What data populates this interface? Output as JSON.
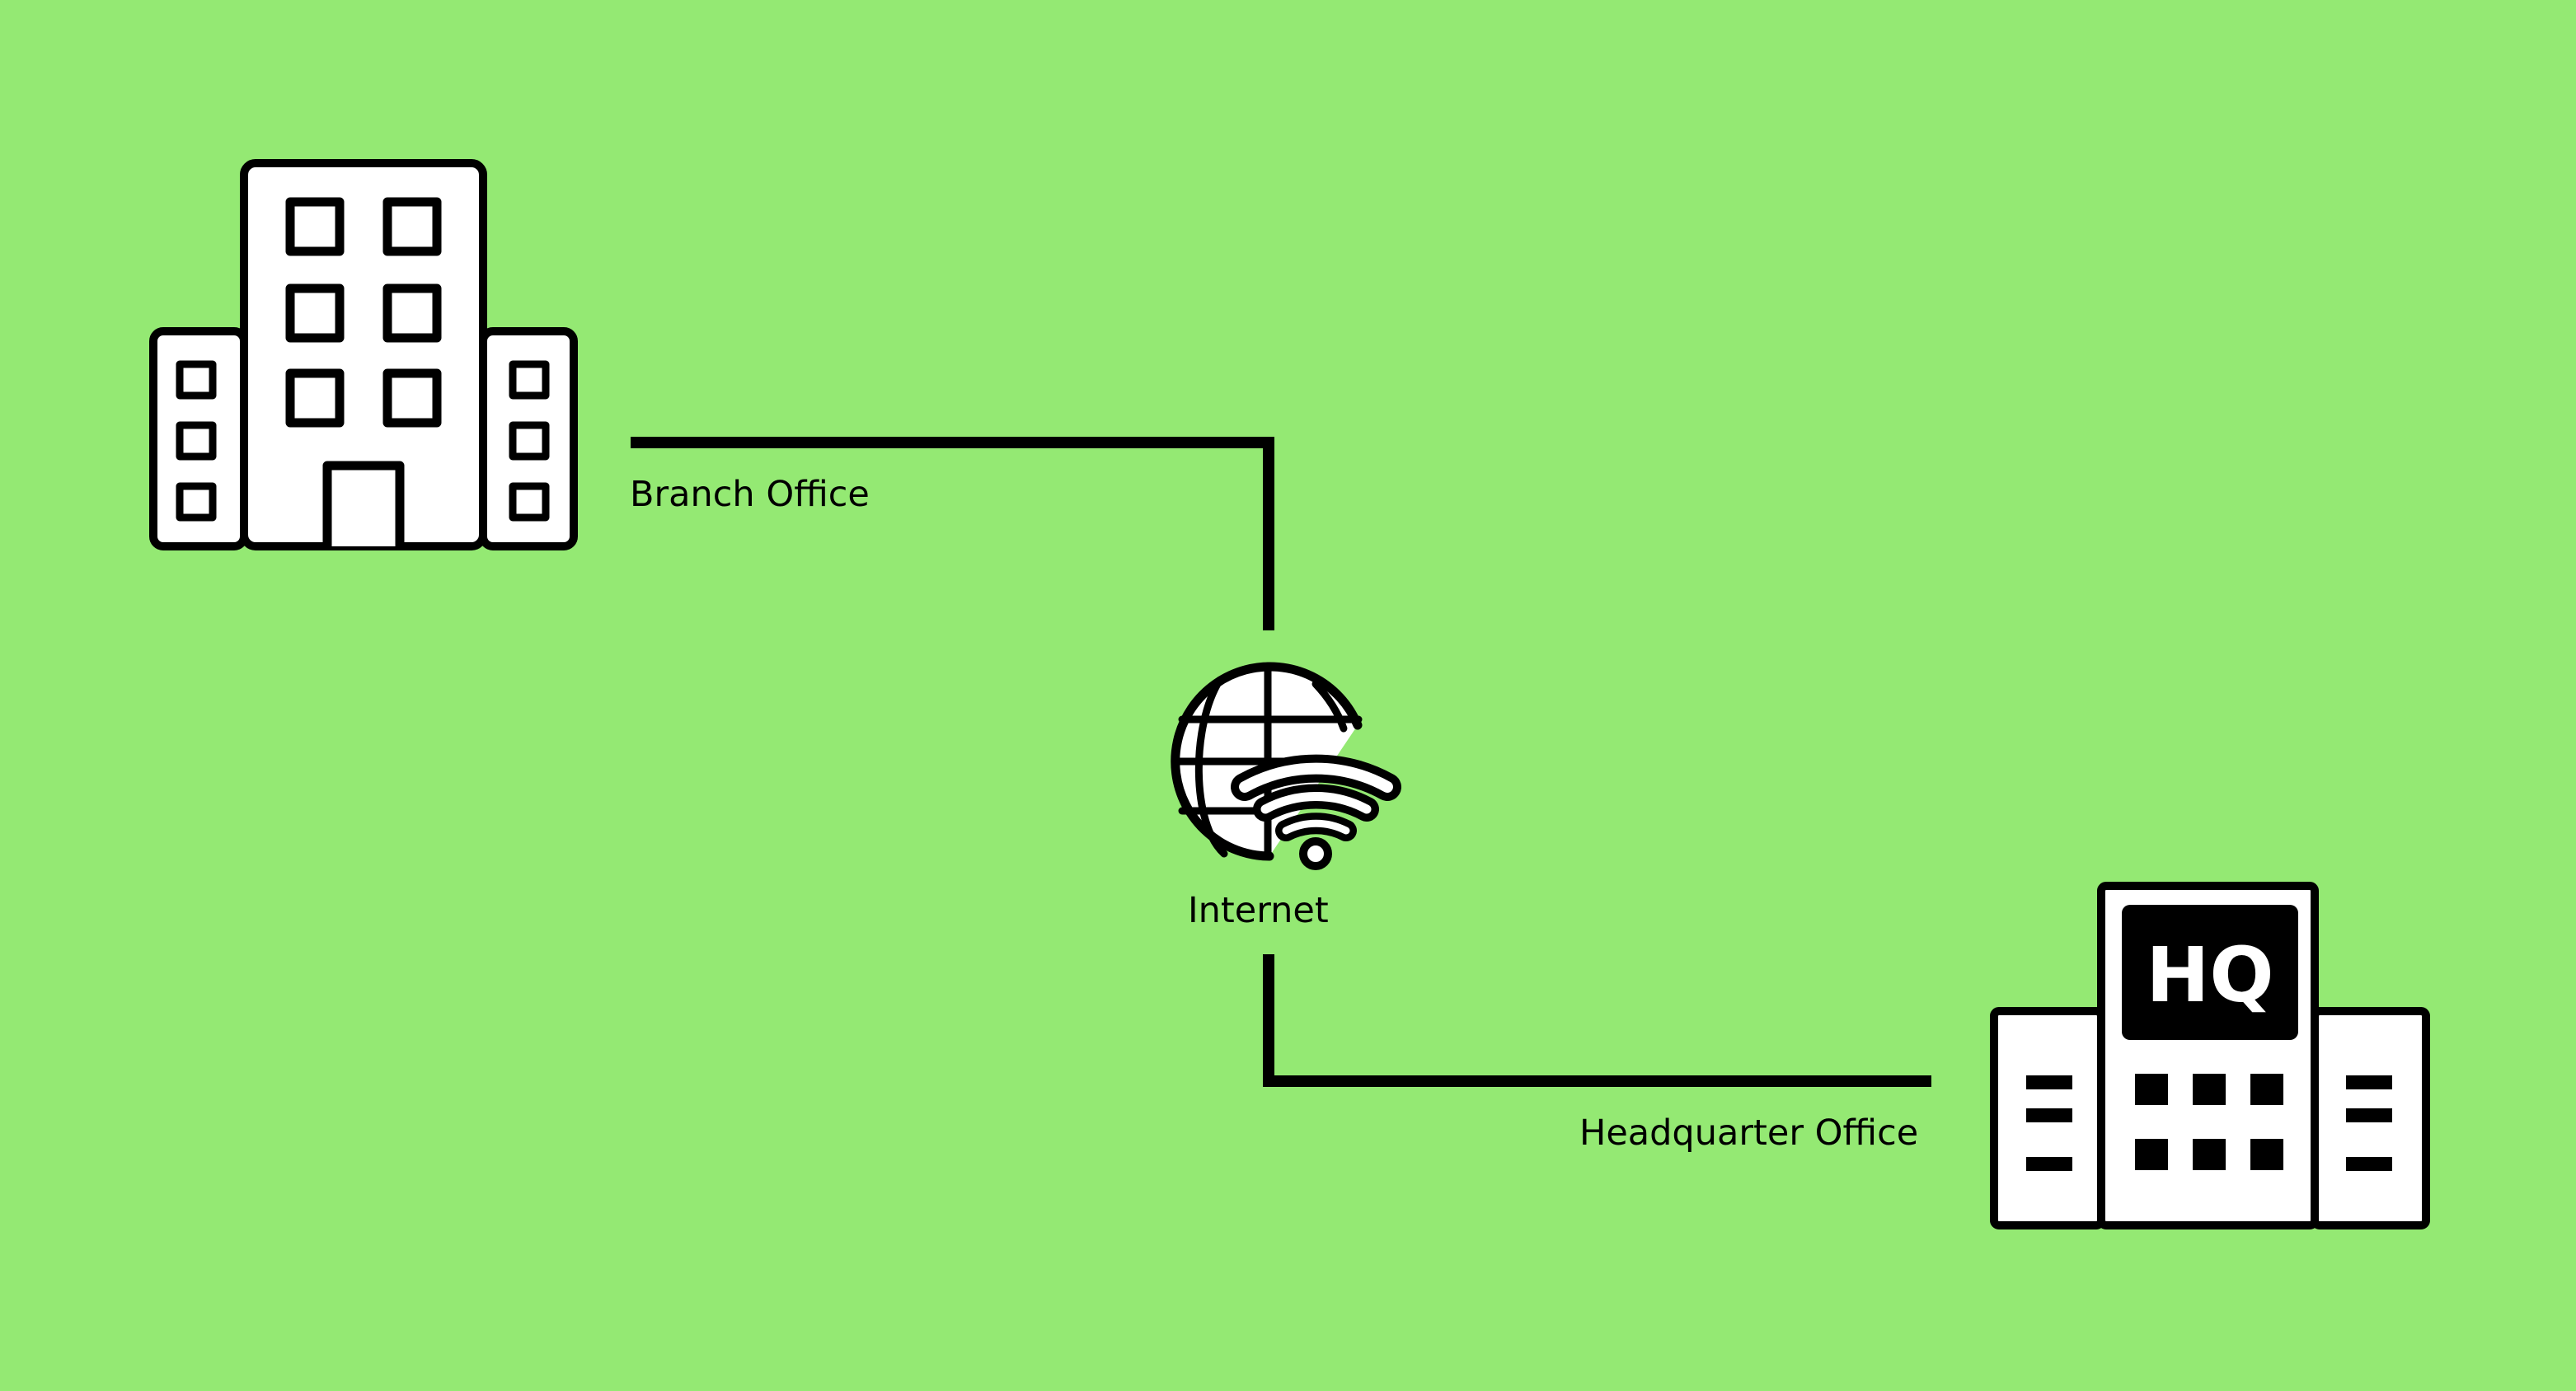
{
  "colors": {
    "background": "#94E973",
    "stroke": "#000000",
    "fill": "#FFFFFF"
  },
  "nodes": {
    "branch": {
      "label": "Branch Office",
      "icon": "office-building-icon"
    },
    "internet": {
      "label": "Internet",
      "icon": "globe-wifi-icon"
    },
    "hq": {
      "label": "Headquarter Office",
      "icon": "hq-building-icon",
      "sign": "HQ"
    }
  },
  "connections": [
    {
      "from": "branch",
      "to": "internet"
    },
    {
      "from": "internet",
      "to": "hq"
    }
  ]
}
